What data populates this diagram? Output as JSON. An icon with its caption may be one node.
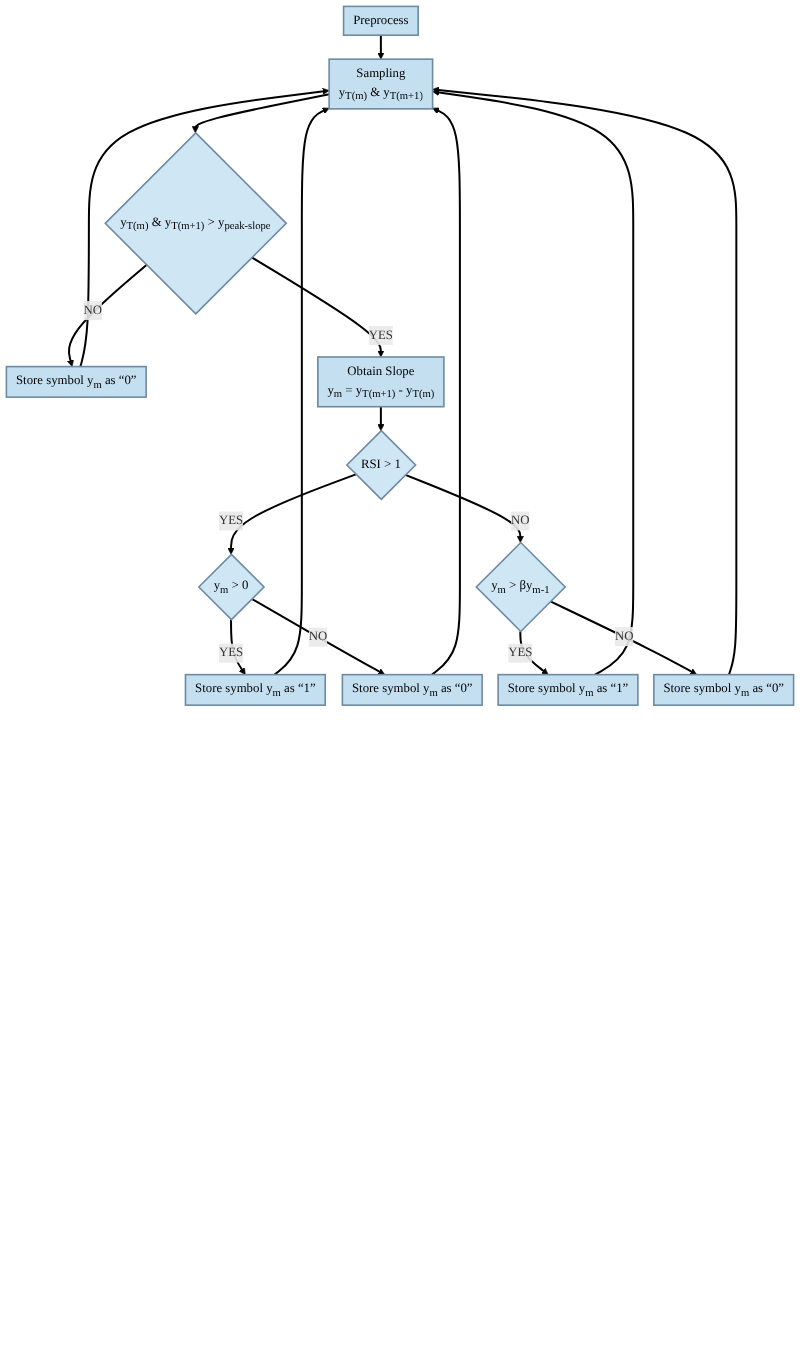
{
  "diagram": {
    "nodes": [
      {
        "text": [
          "Preprocess"
        ]
      },
      {
        "text": [
          "Sampling",
          "y$_{T(m)}$ & y$_{T(m+1)}$"
        ]
      },
      {
        "text": [
          "y$_{T(m)}$ & y$_{T(m+1)}$ > y$_{peak-slope}$"
        ]
      },
      {
        "text": [
          "Store symbol y$_{m}$ as “0”"
        ]
      },
      {
        "text": [
          "Obtain Slope",
          "y$_{m}$ = y$_{T(m+1)}$ - y$_{T(m)}$"
        ]
      },
      {
        "text": [
          "RSI > 1"
        ]
      },
      {
        "text": [
          "y$_{m}$ > 0"
        ]
      },
      {
        "text": [
          "y$_{m}$ > βy$_{m-1}$"
        ]
      },
      {
        "text": [
          "Store symbol y$_{m}$ as “1”"
        ]
      },
      {
        "text": [
          "Store symbol y$_{m}$ as “0”"
        ]
      },
      {
        "text": [
          "Store symbol y$_{m}$ as “1”"
        ]
      },
      {
        "text": [
          "Store symbol y$_{m}$ as “0”"
        ]
      }
    ],
    "edges": [
      {
        "from": 0,
        "to": 1,
        "arrow": "to"
      },
      {
        "from": 1,
        "to": 2,
        "arrow": "to"
      },
      {
        "from": 2,
        "to": 3,
        "label": "NO",
        "arrow": "to"
      },
      {
        "from": 2,
        "to": 4,
        "label": "YES",
        "arrow": "to"
      },
      {
        "from": 4,
        "to": 5,
        "arrow": "to"
      },
      {
        "from": 5,
        "to": 6,
        "label": "YES",
        "arrow": "to"
      },
      {
        "from": 5,
        "to": 7,
        "label": "NO",
        "arrow": "to"
      },
      {
        "from": 6,
        "to": 8,
        "label": "YES",
        "arrow": "to"
      },
      {
        "from": 6,
        "to": 9,
        "label": "NO",
        "arrow": "to"
      },
      {
        "from": 7,
        "to": 10,
        "label": "YES",
        "arrow": "to"
      },
      {
        "from": 7,
        "to": 11,
        "label": "NO",
        "arrow": "to"
      },
      {
        "from": 3,
        "to": 1,
        "arrow": "to"
      },
      {
        "from": 8,
        "to": 1,
        "arrow": "to"
      },
      {
        "from": 9,
        "to": 1,
        "arrow": "to"
      },
      {
        "from": 10,
        "to": 1,
        "arrow": "to"
      },
      {
        "from": 11,
        "to": 1,
        "arrow": "to"
      }
    ]
  }
}
